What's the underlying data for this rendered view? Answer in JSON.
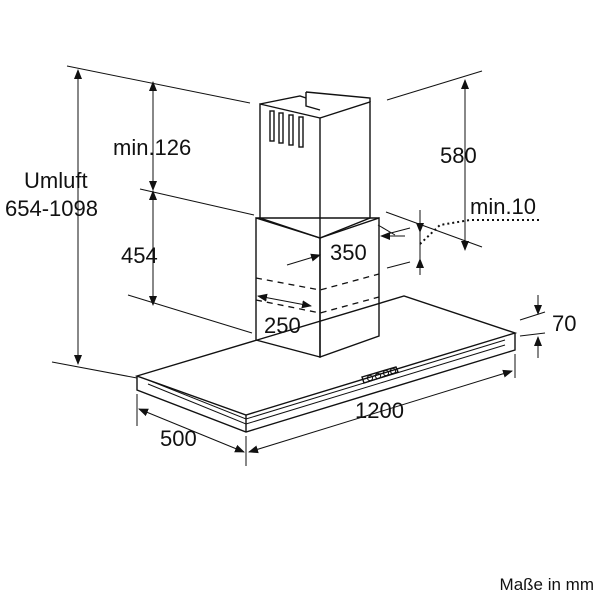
{
  "labels": {
    "min_126": "min.126",
    "umluft": "Umluft",
    "umluft_range": "654-1098",
    "d454": "454",
    "d580": "580",
    "min_10": "min.10",
    "d350": "350",
    "d250": "250",
    "d70": "70",
    "d500": "500",
    "d1200": "1200",
    "unit_note": "Maße in mm"
  }
}
